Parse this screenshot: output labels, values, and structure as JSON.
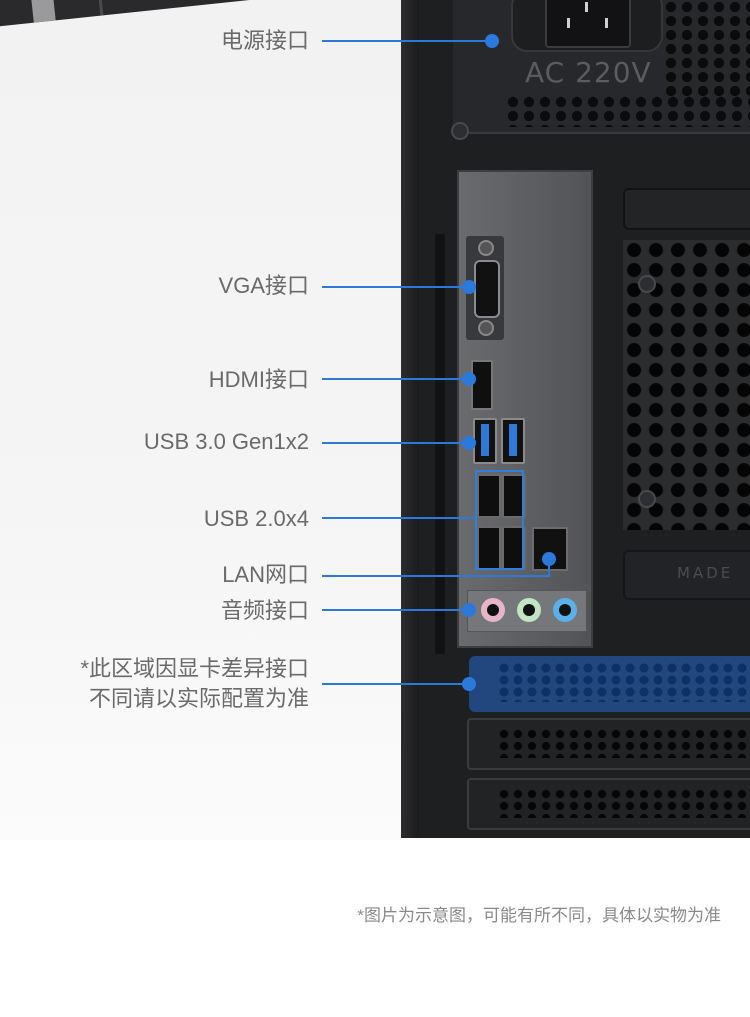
{
  "callouts": [
    {
      "id": "power",
      "label": "电源接口"
    },
    {
      "id": "vga",
      "label": "VGA接口"
    },
    {
      "id": "hdmi",
      "label": "HDMI接口"
    },
    {
      "id": "usb3",
      "label": "USB 3.0 Gen1x2"
    },
    {
      "id": "usb2",
      "label": "USB 2.0x4"
    },
    {
      "id": "lan",
      "label": "LAN网口"
    },
    {
      "id": "audio",
      "label": "音频接口"
    },
    {
      "id": "gpu",
      "label_line1": "*此区域因显卡差异接口",
      "label_line2": "不同请以实际配置为准"
    }
  ],
  "case": {
    "psu_marking": "AC 220V",
    "panel_marking": "MADE"
  },
  "footer_note": "*图片为示意图，可能有所不同，具体以实物为准",
  "colors": {
    "accent": "#2a79db",
    "label_text": "#6a6a6a",
    "note_text": "#8a8a8a",
    "case": "#1e1f21"
  }
}
